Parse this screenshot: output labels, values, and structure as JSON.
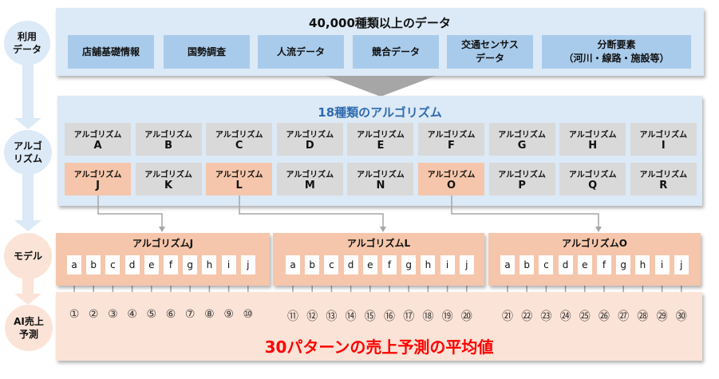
{
  "steps": [
    "利用\nデータ",
    "アルゴ\nリズム",
    "モデル",
    "AI売上\n予測"
  ],
  "data_panel": {
    "title": "40,000種類以上のデータ",
    "items": [
      "店舗基礎情報",
      "国勢調査",
      "人流データ",
      "競合データ",
      "交通センサス\nデータ",
      "分断要素\n（河川・線路・施設等）"
    ]
  },
  "algo_panel": {
    "title": "18種類のアルゴリズム",
    "label": "アルゴリズム",
    "letters": [
      "A",
      "B",
      "C",
      "D",
      "E",
      "F",
      "G",
      "H",
      "I",
      "J",
      "K",
      "L",
      "M",
      "N",
      "O",
      "P",
      "Q",
      "R"
    ],
    "highlighted": [
      "J",
      "L",
      "O"
    ]
  },
  "models": [
    {
      "title": "アルゴリズムJ"
    },
    {
      "title": "アルゴリズムL"
    },
    {
      "title": "アルゴリズムO"
    }
  ],
  "model_letters": [
    "a",
    "b",
    "c",
    "d",
    "e",
    "f",
    "g",
    "h",
    "i",
    "j"
  ],
  "predictions": [
    "①",
    "②",
    "③",
    "④",
    "⑤",
    "⑥",
    "⑦",
    "⑧",
    "⑨",
    "⑩",
    "⑪",
    "⑫",
    "⑬",
    "⑭",
    "⑮",
    "⑯",
    "⑰",
    "⑱",
    "⑲",
    "⑳",
    "㉑",
    "㉒",
    "㉓",
    "㉔",
    "㉕",
    "㉖",
    "㉗",
    "㉘",
    "㉙",
    "㉚"
  ],
  "result": "30パターンの売上予測の平均値",
  "colors": {
    "blue_panel": "#dce9f6",
    "data_box": "#a9cbeb",
    "highlight": "#f5c6ab",
    "gray": "#d9d9d9",
    "title_blue": "#2e6bb0",
    "result_red": "#ff0000"
  }
}
